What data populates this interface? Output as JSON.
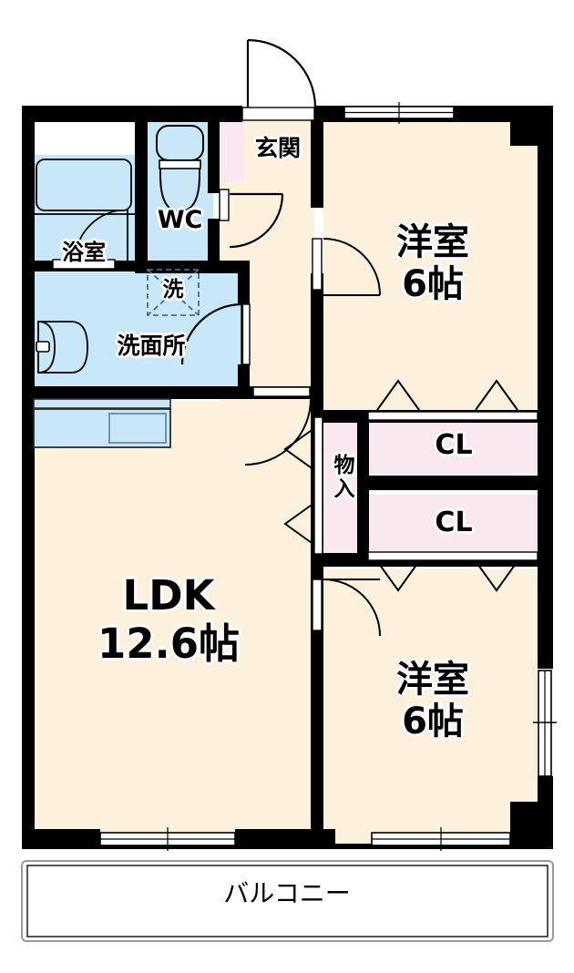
{
  "plan": {
    "type": "apartment-floor-plan",
    "layout_name": "2LDK",
    "colors": {
      "wall": "#000000",
      "room_floor": "#fcf1dc",
      "water_area": "#c8e7f8",
      "closet": "#fae8f0",
      "outline": "#000000",
      "balcony": "#ffffff",
      "window": "#ffffff"
    }
  },
  "rooms": [
    {
      "id": "ldk",
      "label": "LDK",
      "size": "12.6帖",
      "fill": "room_floor"
    },
    {
      "id": "washitsu_1",
      "label": "洋室",
      "size": "6帖",
      "fill": "room_floor"
    },
    {
      "id": "washitsu_2",
      "label": "洋室",
      "size": "6帖",
      "fill": "room_floor"
    },
    {
      "id": "genkan",
      "label": "玄関",
      "size": "",
      "fill": "room_floor"
    },
    {
      "id": "wc",
      "label": "WC",
      "size": "",
      "fill": "water_area"
    },
    {
      "id": "yokushitsu",
      "label": "浴室",
      "size": "",
      "fill": "water_area"
    },
    {
      "id": "senmenjo",
      "label": "洗面所",
      "size": "",
      "fill": "water_area"
    },
    {
      "id": "sentaku",
      "label": "洗",
      "size": "",
      "fill": "water_area"
    },
    {
      "id": "closet_1",
      "label": "CL",
      "size": "",
      "fill": "closet"
    },
    {
      "id": "closet_2",
      "label": "CL",
      "size": "",
      "fill": "closet"
    },
    {
      "id": "monoire",
      "label": "物入",
      "size": "",
      "fill": "closet"
    },
    {
      "id": "balcony",
      "label": "バルコニー",
      "size": "",
      "fill": "balcony"
    }
  ],
  "labels": {
    "ldk_name": "LDK",
    "ldk_size": "12.6帖",
    "room_top_name": "洋室",
    "room_top_size": "6帖",
    "room_bottom_name": "洋室",
    "room_bottom_size": "6帖",
    "genkan": "玄関",
    "wc": "WC",
    "bath": "浴室",
    "washroom": "洗面所",
    "laundry": "洗",
    "closet_top": "CL",
    "closet_bottom": "CL",
    "storage": "物入",
    "balcony": "バルコニー"
  },
  "fixtures": [
    {
      "name": "toilet",
      "room": "wc"
    },
    {
      "name": "bathtub",
      "room": "yokushitsu"
    },
    {
      "name": "washbasin",
      "room": "senmenjo"
    },
    {
      "name": "washing-machine-space",
      "room": "sentaku"
    },
    {
      "name": "kitchen-counter",
      "room": "ldk"
    },
    {
      "name": "kitchen-sink",
      "room": "ldk"
    }
  ],
  "openings": [
    {
      "name": "entrance-door",
      "type": "hinged-door"
    },
    {
      "name": "genkan-hall-door",
      "type": "hinged-door"
    },
    {
      "name": "wc-door",
      "type": "hinged-door"
    },
    {
      "name": "bath-door",
      "type": "folding-door"
    },
    {
      "name": "washroom-door",
      "type": "hinged-door"
    },
    {
      "name": "ldk-hall-door",
      "type": "hinged-door"
    },
    {
      "name": "room-top-door",
      "type": "hinged-door"
    },
    {
      "name": "room-bottom-door",
      "type": "hinged-door"
    },
    {
      "name": "storage-door",
      "type": "folding-door"
    },
    {
      "name": "closet-top-door",
      "type": "folding-door"
    },
    {
      "name": "closet-bottom-door",
      "type": "folding-door"
    },
    {
      "name": "window-top-right",
      "type": "sliding-window"
    },
    {
      "name": "window-right-side",
      "type": "sliding-window"
    },
    {
      "name": "balcony-door-ldk",
      "type": "sliding-window"
    },
    {
      "name": "balcony-door-room",
      "type": "sliding-window"
    }
  ]
}
